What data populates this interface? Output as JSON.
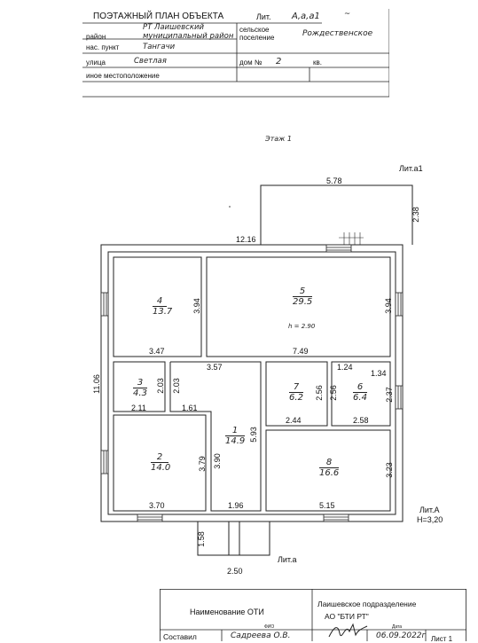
{
  "header": {
    "title": "ПОЭТАЖНЫЙ ПЛАН ОБЪЕКТА",
    "lit_label": "Лит.",
    "lit_value": "А,а,а1",
    "lit_extra": "~",
    "district_label": "район",
    "district_value_1": "РТ Лаишевский",
    "district_value_2": "муниципальный район",
    "settlement_label_1": "сельское",
    "settlement_label_2": "поселение",
    "settlement_value": "Рождественское",
    "village_label": "нас. пункт",
    "village_value": "Тангачи",
    "street_label": "улица",
    "street_value": "Светлая",
    "house_label": "дом №",
    "house_value": "2",
    "apt_label": "кв.",
    "other_location": "иное местоположение"
  },
  "plan": {
    "floor_label": "Этаж 1",
    "lit_a1": "Лит.а1",
    "lit_A": "Лит.А",
    "height": "H=3,20",
    "lit_a": "Лит.а",
    "ceiling": "h = 2.90",
    "rooms": [
      {
        "num": "1",
        "area": "14.9"
      },
      {
        "num": "2",
        "area": "14.0"
      },
      {
        "num": "3",
        "area": "4.3"
      },
      {
        "num": "4",
        "area": "13.7"
      },
      {
        "num": "5",
        "area": "29.5"
      },
      {
        "num": "6",
        "area": "6.4"
      },
      {
        "num": "7",
        "area": "6.2"
      },
      {
        "num": "8",
        "area": "16.6"
      }
    ],
    "dims": {
      "d578": "5.78",
      "d238": "2.38",
      "d1216": "12.16",
      "d1106": "11.06",
      "d394a": "3.94",
      "d394b": "3.94",
      "d347": "3.47",
      "d749": "7.49",
      "d357": "3.57",
      "d124": "1.24",
      "d134": "1.34",
      "d203a": "2.03",
      "d203b": "2.03",
      "d256a": "2.56",
      "d256b": "2.56",
      "d237": "2.37",
      "d211": "2.11",
      "d161": "1.61",
      "d244": "2.44",
      "d258": "2.58",
      "d593": "5.93",
      "d390": "3.90",
      "d379": "3.79",
      "d323": "3.23",
      "d370": "3.70",
      "d196": "1.96",
      "d515": "5.15",
      "d158": "1.58",
      "d250": "2.50"
    }
  },
  "stamp": {
    "name_label": "Наименование ОТИ",
    "org_line1": "Лаишевское подразделение",
    "org_line2": "АО \"БТИ РТ\"",
    "small_1": "ФИО",
    "small_2": "Дата",
    "compiled_label": "Составил",
    "compiled_name": "Садреева О.В.",
    "date": "06.09.2022г",
    "sheet": "Лист 1"
  }
}
